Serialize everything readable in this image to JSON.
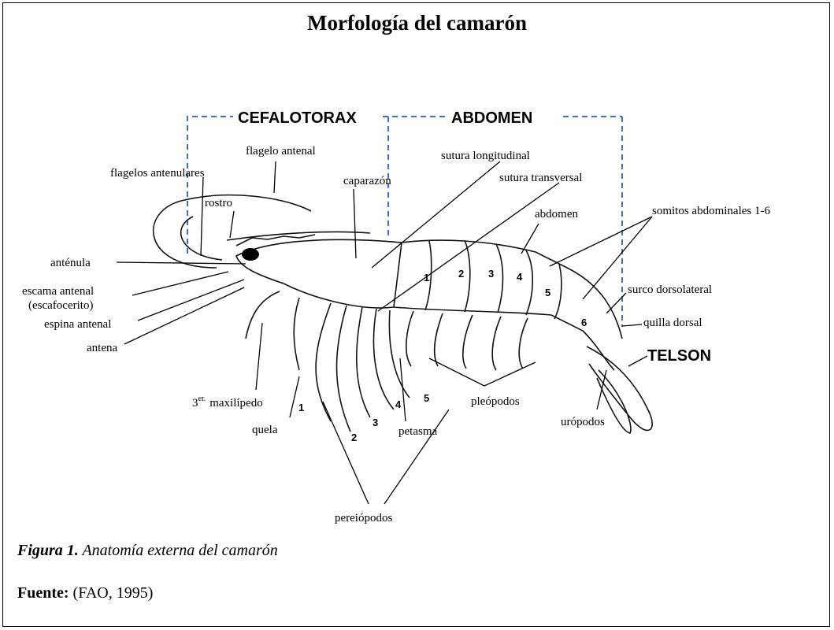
{
  "title": "Morfología del camarón",
  "sections": {
    "cefalotorax": "CEFALOTORAX",
    "abdomen": "ABDOMEN",
    "telson": "TELSON"
  },
  "labels": {
    "flagelo_antenal": "flagelo antenal",
    "flagelos_antenulares": "flagelos antenulares",
    "caparazon": "caparazón",
    "sutura_longitudinal": "sutura longitudinal",
    "sutura_transversal": "sutura transversal",
    "rostro": "rostro",
    "abdomen": "abdomen",
    "somitos": "somitos abdominales 1-6",
    "antenula": "anténula",
    "escama_antenal": "escama antenal",
    "escafocerito": "(escafocerito)",
    "espina_antenal": "espina antenal",
    "antena": "antena",
    "surco_dorsolateral": "surco dorsolateral",
    "quilla_dorsal": "quilla dorsal",
    "pleopodos": "pleópodos",
    "uropodos": "urópodos",
    "maxilipedo_num": "3",
    "maxilipedo_sup": "er.",
    "maxilipedo": "maxilípedo",
    "quela": "quela",
    "petasma": "petasma",
    "pereiopodos": "pereiópodos"
  },
  "somite_numbers": [
    "1",
    "2",
    "3",
    "4",
    "5",
    "6"
  ],
  "leg_numbers": [
    "1",
    "2",
    "3",
    "4",
    "5"
  ],
  "caption": {
    "figure": "Figura 1.",
    "text": " Anatomía externa del camarón"
  },
  "source": {
    "label": "Fuente:",
    "text": " (FAO, 1995)"
  }
}
